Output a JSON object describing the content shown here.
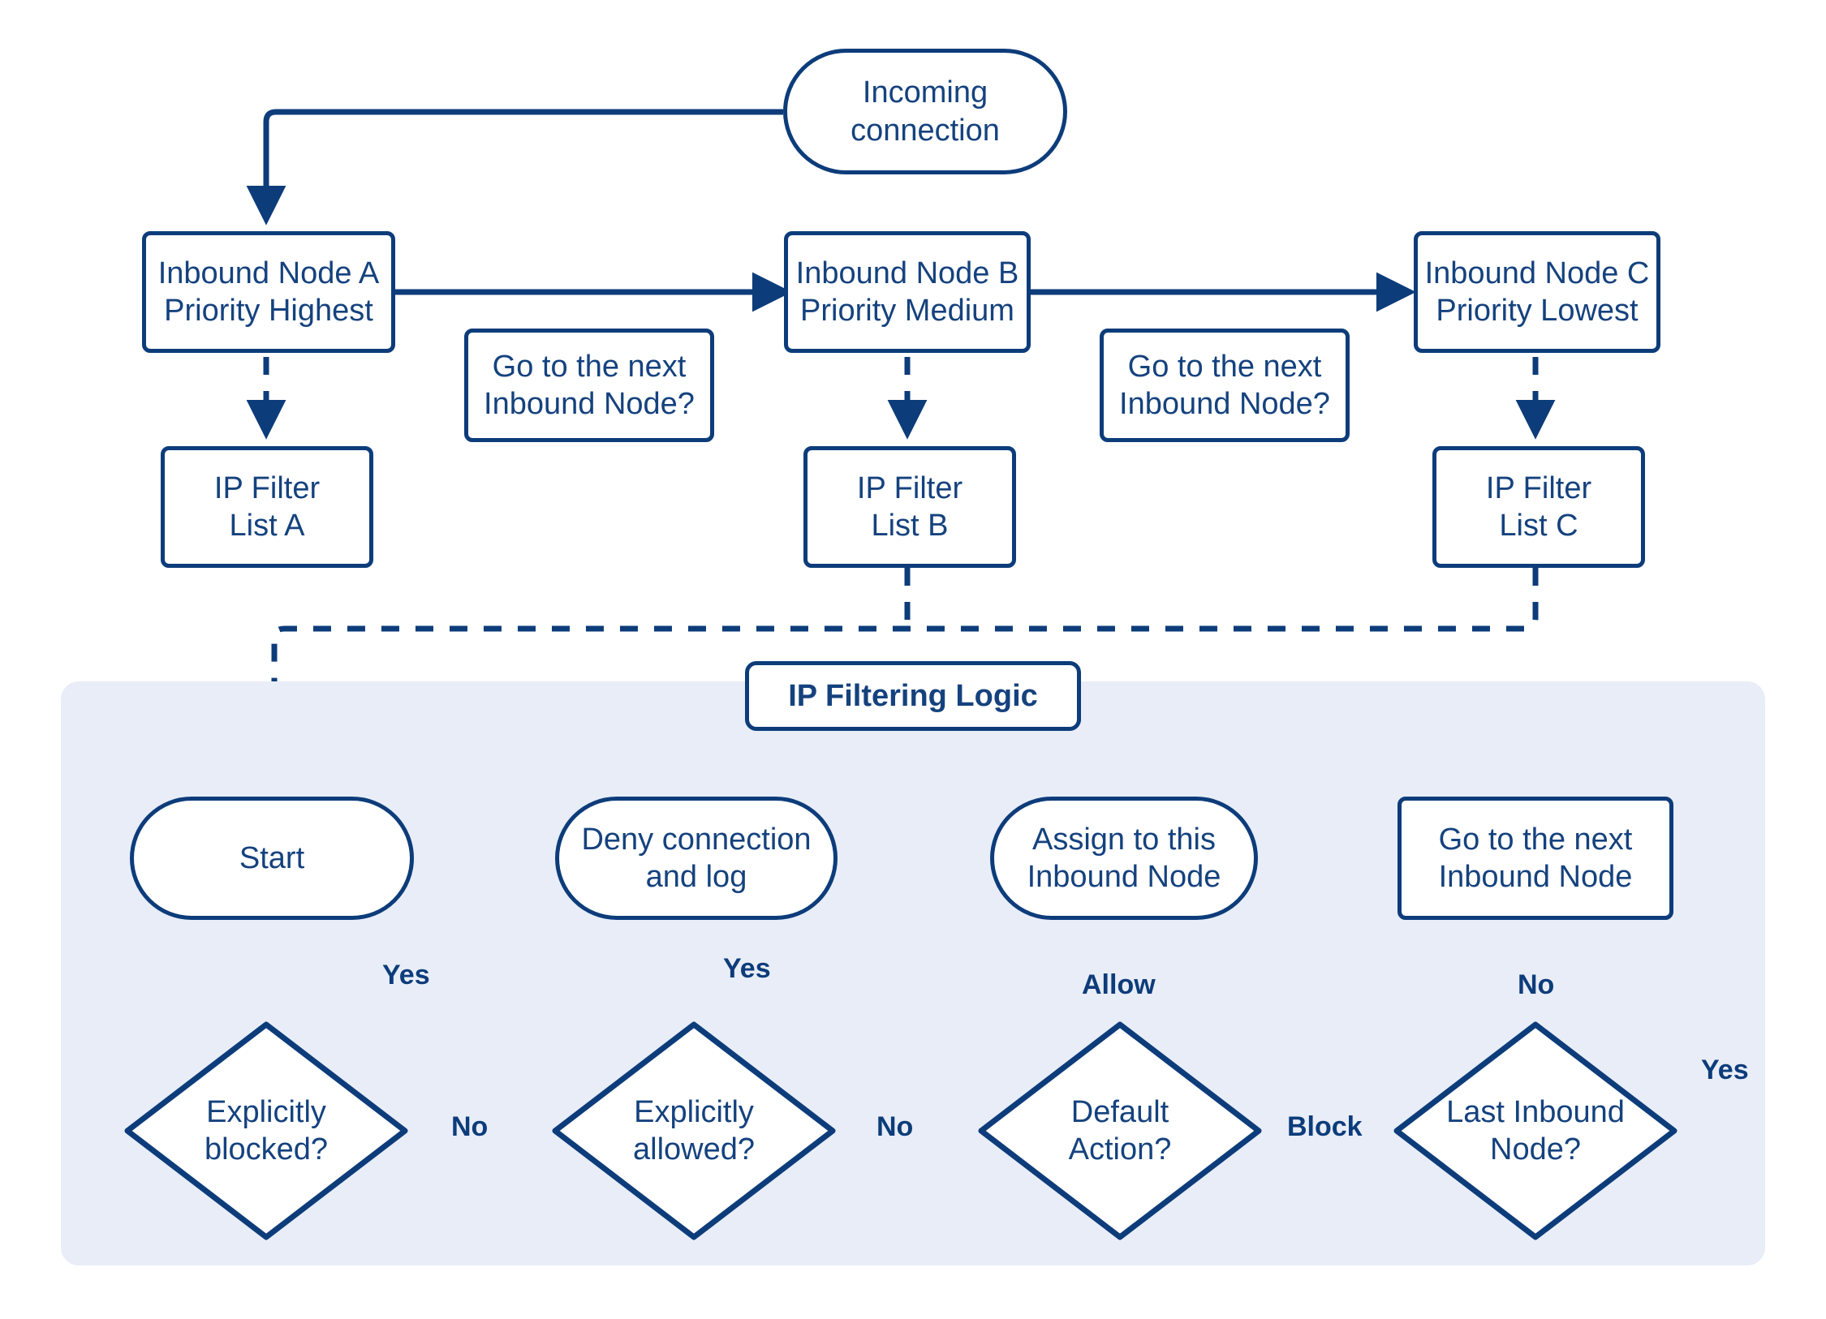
{
  "diagram": {
    "title": "IP Filtering Logic flowchart",
    "colors": {
      "stroke": "#0d3c7a",
      "text": "#15427e",
      "panel_fill": "#e8edf8",
      "node_fill": "#ffffff",
      "page_background": "#ffffff"
    },
    "panel_label": "IP Filtering Logic",
    "nodes": {
      "incoming_connection": "Incoming\nconnection",
      "inbound_node_a": "Inbound Node A\nPriority Highest",
      "inbound_node_b": "Inbound Node B\nPriority Medium",
      "inbound_node_c": "Inbound Node C\nPriority Lowest",
      "go_next_1": "Go to the next\nInbound Node?",
      "go_next_2": "Go to the next\nInbound Node?",
      "ip_filter_list_a": "IP Filter\nList A",
      "ip_filter_list_b": "IP Filter\nList B",
      "ip_filter_list_c": "IP Filter\nList C",
      "start": "Start",
      "deny_connection": "Deny connection\nand log",
      "assign_node": "Assign to this\nInbound Node",
      "go_next_node": "Go to the next\nInbound Node",
      "explicitly_blocked": "Explicitly\nblocked?",
      "explicitly_allowed": "Explicitly\nallowed?",
      "default_action": "Default\nAction?",
      "last_inbound_node": "Last Inbound\nNode?"
    },
    "edge_labels": {
      "blocked_yes": "Yes",
      "blocked_no": "No",
      "allowed_yes": "Yes",
      "allowed_no": "No",
      "default_allow": "Allow",
      "default_block": "Block",
      "last_no": "No",
      "last_yes": "Yes"
    }
  }
}
